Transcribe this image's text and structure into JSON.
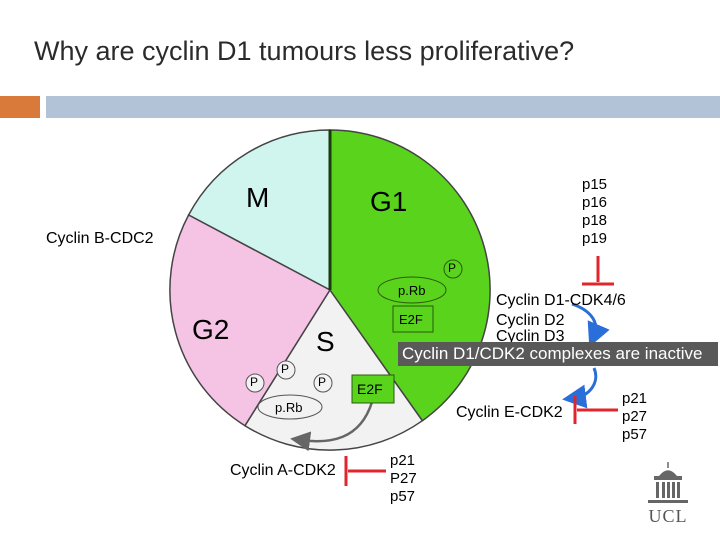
{
  "slide": {
    "title": "Why are cyclin D1 tumours less proliferative?"
  },
  "phases": {
    "m": "M",
    "g1": "G1",
    "g2": "G2",
    "s": "S"
  },
  "labels": {
    "cyclin_b": "Cyclin B-CDC2",
    "cyclin_d1_cdk46": "Cyclin D1-CDK4/6",
    "cyclin_d2": "Cyclin D2",
    "cyclin_d3_partial": "Cyclin D3",
    "cyclin_e": "Cyclin E-CDK2",
    "cyclin_a": "Cyclin A-CDK2",
    "prb_top": "p.Rb",
    "prb_bottom": "p.Rb",
    "e2f_top": "E2F",
    "e2f_bottom": "E2F",
    "p_marker": "P",
    "callout": "Cyclin D1/CDK2 complexes are inactive"
  },
  "inhibitors": {
    "ink4": [
      "p15",
      "p16",
      "p18",
      "p19"
    ],
    "cip_right": [
      "p21",
      "p27",
      "p57"
    ],
    "cip_bottom": [
      "p21",
      "P27",
      "p57"
    ]
  },
  "colors": {
    "m_phase": "#cff5ee",
    "g1_phase": "#5ad31d",
    "g2_phase": "#f5c3e4",
    "s_phase": "#f2f2f2",
    "inhibitor_line": "#e0262d",
    "arrow_blue": "#2a6ed9",
    "accent_orange": "#d9793a",
    "accent_blue": "#b3c3d7"
  },
  "logo": {
    "text": "UCL"
  }
}
